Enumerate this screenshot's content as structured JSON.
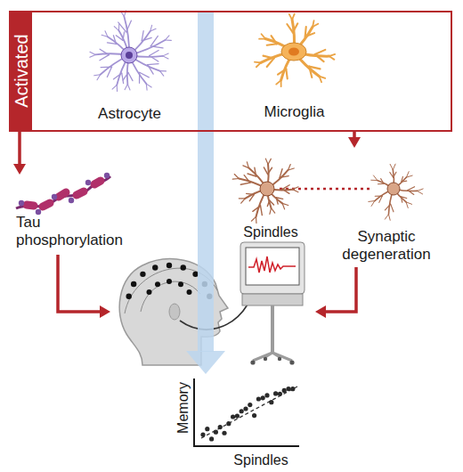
{
  "diagram": {
    "nodes": [
      {
        "text": [
          "Activated"
        ]
      },
      {
        "text": [
          "Astrocyte"
        ],
        "in": 0
      },
      {
        "text": [
          "Microglia"
        ],
        "in": 0
      },
      {
        "text": [
          "Tau phosphorylation"
        ]
      },
      {
        "text": [
          "Synaptic degeneration"
        ]
      },
      {
        "text": [
          "Spindles"
        ]
      },
      {
        "text": [
          "Memory",
          "Spindles"
        ]
      }
    ],
    "edges": [
      {
        "from": 0,
        "to": 3,
        "arrow": "to"
      },
      {
        "from": 0,
        "to": 4,
        "arrow": "to"
      },
      {
        "from": 3,
        "to": 5,
        "arrow": "to"
      },
      {
        "from": 4,
        "to": 5,
        "arrow": "to"
      },
      {
        "from": 0,
        "to": 6,
        "arrow": "to"
      }
    ]
  }
}
